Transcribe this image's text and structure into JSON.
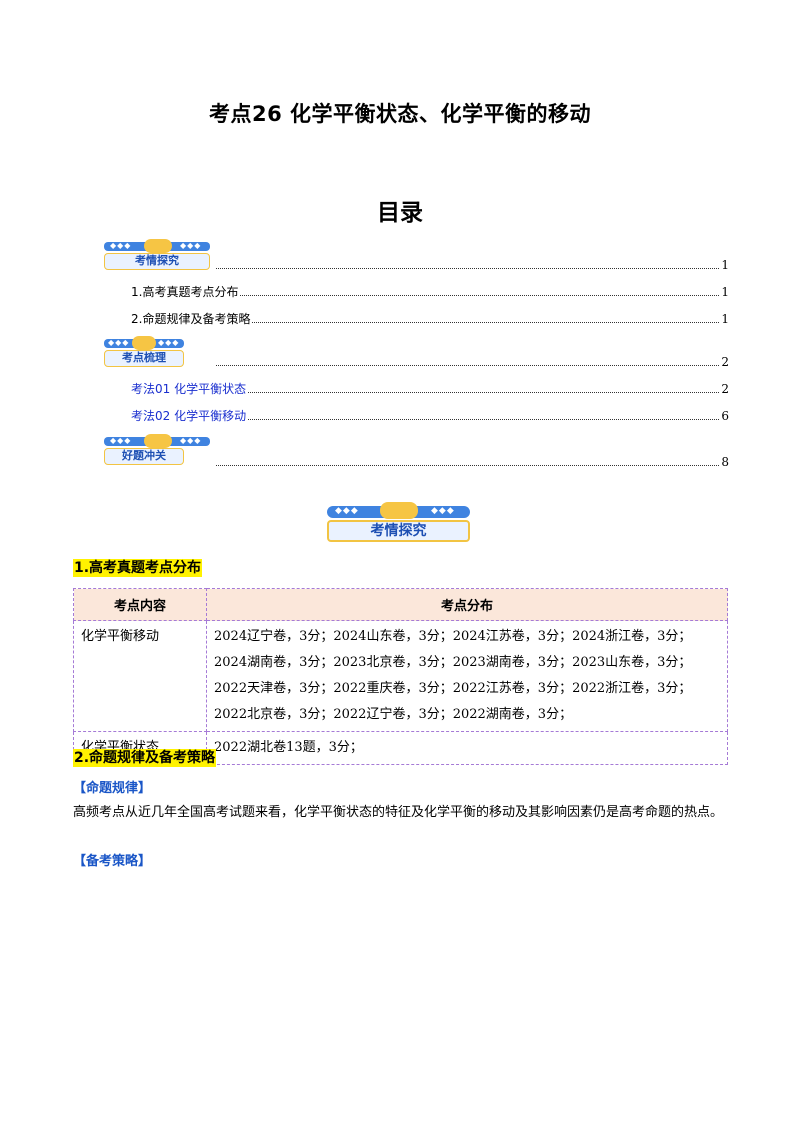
{
  "document": {
    "title": "考点26  化学平衡状态、化学平衡的移动",
    "toc_heading": "目录"
  },
  "toc": {
    "badges": [
      "考情探究",
      "考点梳理",
      "好题冲关"
    ],
    "entries": [
      {
        "label": "",
        "page": "1"
      },
      {
        "label": "1.高考真题考点分布",
        "page": "1"
      },
      {
        "label": "2.命题规律及备考策略",
        "page": "1"
      },
      {
        "label": "",
        "page": "2"
      },
      {
        "label": "考法01  化学平衡状态",
        "page": "2"
      },
      {
        "label": "考法02  化学平衡移动",
        "page": "6"
      },
      {
        "label": "",
        "page": "8"
      }
    ]
  },
  "section_badge": "考情探究",
  "section1": {
    "heading": "1.高考真题考点分布",
    "table": {
      "headers": [
        "考点内容",
        "考点分布"
      ],
      "rows": [
        {
          "topic": "化学平衡移动",
          "lines": [
            "2024辽宁卷，3分；2024山东卷，3分；2024江苏卷，3分；2024浙江卷，3分；",
            "2024湖南卷，3分；2023北京卷，3分；2023湖南卷，3分；2023山东卷，3分；",
            "2022天津卷，3分；2022重庆卷，3分；2022江苏卷，3分；2022浙江卷，3分；",
            "2022北京卷，3分；2022辽宁卷，3分；2022湖南卷，3分；"
          ]
        },
        {
          "topic": "化学平衡状态",
          "lines": [
            "2022湖北卷13题，3分；"
          ]
        }
      ]
    }
  },
  "section2": {
    "heading": "2.命题规律及备考策略",
    "rule_label": "【命题规律】",
    "rule_text": "高频考点从近几年全国高考试题来看，化学平衡状态的特征及化学平衡的移动及其影响因素仍是高考命题的热点。",
    "strategy_label": "【备考策略】"
  }
}
